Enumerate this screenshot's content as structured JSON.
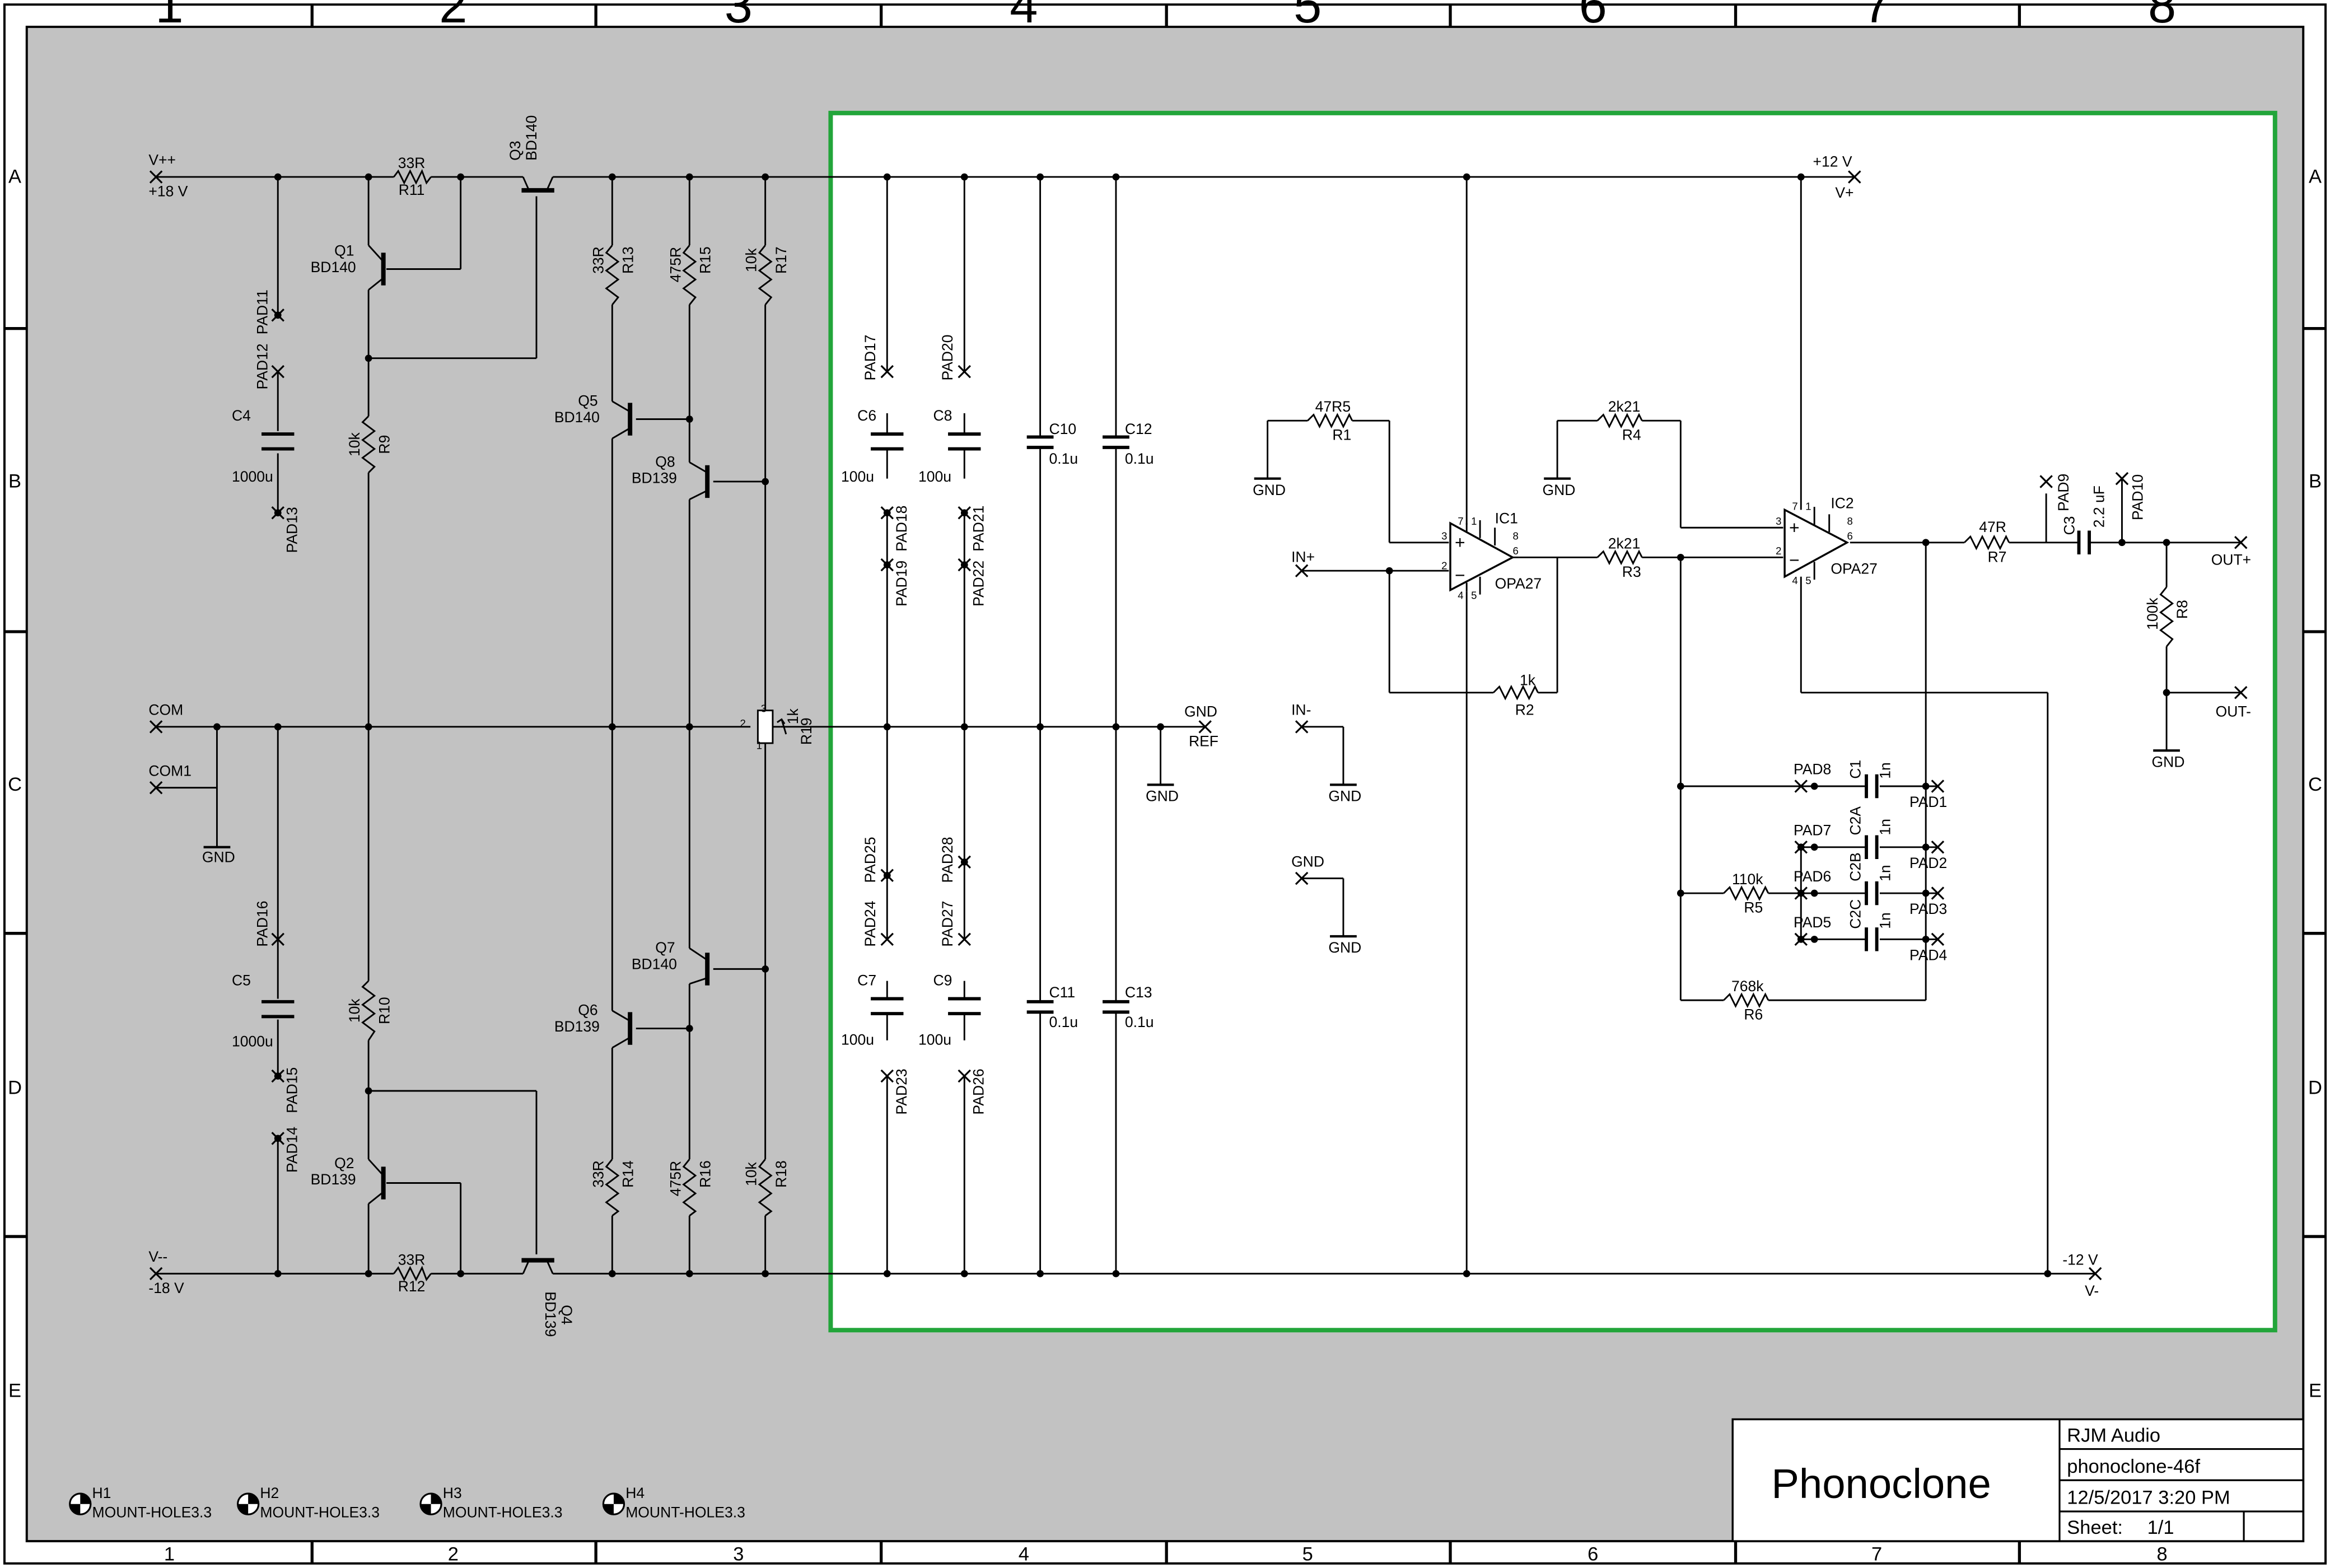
{
  "frame": {
    "columns": [
      "1",
      "2",
      "3",
      "4",
      "5",
      "6",
      "7",
      "8"
    ],
    "rows": [
      "A",
      "B",
      "C",
      "D",
      "E"
    ]
  },
  "title_block": {
    "title": "Phonoclone",
    "company": "RJM Audio",
    "drawing": "phonoclone-46f",
    "date": "12/5/2017 3:20 PM",
    "sheet_label": "Sheet:",
    "sheet_value": "1/1"
  },
  "nets": {
    "vpp": "V++",
    "vpp_val": "+18 V",
    "vmm": "V--",
    "vmm_val": "-18 V",
    "com": "COM",
    "com1": "COM1",
    "gnd": "GND",
    "ref": "REF",
    "p12": "+12 V",
    "vplus": "V+",
    "m12": "-12 V",
    "vminus": "V-",
    "in_plus": "IN+",
    "in_minus": "IN-",
    "out_plus": "OUT+",
    "out_minus": "OUT-"
  },
  "transistors": {
    "q1": "Q1",
    "q1_type": "BD140",
    "q2": "Q2",
    "q2_type": "BD139",
    "q3": "Q3",
    "q3_type": "BD140",
    "q4": "Q4",
    "q4_type": "BD139",
    "q5": "Q5",
    "q5_type": "BD140",
    "q6": "Q6",
    "q6_type": "BD139",
    "q7": "Q7",
    "q7_type": "BD140",
    "q8": "Q8",
    "q8_type": "BD139"
  },
  "resistors": {
    "r1": "R1",
    "r1_val": "47R5",
    "r2": "R2",
    "r2_val": "1k",
    "r3": "R3",
    "r3_val": "2k21",
    "r4": "R4",
    "r4_val": "2k21",
    "r5": "R5",
    "r5_val": "110k",
    "r6": "R6",
    "r6_val": "768k",
    "r7": "R7",
    "r7_val": "47R",
    "r8": "R8",
    "r8_val": "100k",
    "r9": "R9",
    "r9_val": "10k",
    "r10": "R10",
    "r10_val": "10k",
    "r11": "R11",
    "r11_val": "33R",
    "r12": "R12",
    "r12_val": "33R",
    "r13": "R13",
    "r13_val": "33R",
    "r14": "R14",
    "r14_val": "33R",
    "r15": "R15",
    "r15_val": "475R",
    "r16": "R16",
    "r16_val": "475R",
    "r17": "R17",
    "r17_val": "10k",
    "r18": "R18",
    "r18_val": "10k",
    "r19": "R19",
    "r19_val": "1k",
    "pot_pin1": "1",
    "pot_pin2": "2",
    "pot_pin3": "3"
  },
  "capacitors": {
    "c1": "C1",
    "c1_val": "1n",
    "c2a": "C2A",
    "c2a_val": "1n",
    "c2b": "C2B",
    "c2b_val": "1n",
    "c2c": "C2C",
    "c2c_val": "1n",
    "c3": "C3",
    "c3_val": "2.2 uF",
    "c4": "C4",
    "c4_val": "1000u",
    "c5": "C5",
    "c5_val": "1000u",
    "c6": "C6",
    "c6_val": "100u",
    "c7": "C7",
    "c7_val": "100u",
    "c8": "C8",
    "c8_val": "100u",
    "c9": "C9",
    "c9_val": "100u",
    "c10": "C10",
    "c10_val": "0.1u",
    "c11": "C11",
    "c11_val": "0.1u",
    "c12": "C12",
    "c12_val": "0.1u",
    "c13": "C13",
    "c13_val": "0.1u"
  },
  "ics": {
    "ic1": "IC1",
    "ic1_type": "OPA27",
    "ic2": "IC2",
    "ic2_type": "OPA27",
    "pin1": "1",
    "pin2": "2",
    "pin3": "3",
    "pin4": "4",
    "pin5": "5",
    "pin6": "6",
    "pin7": "7",
    "pin8": "8"
  },
  "pads": {
    "pad1": "PAD1",
    "pad2": "PAD2",
    "pad3": "PAD3",
    "pad4": "PAD4",
    "pad5": "PAD5",
    "pad6": "PAD6",
    "pad7": "PAD7",
    "pad8": "PAD8",
    "pad9": "PAD9",
    "pad10": "PAD10",
    "pad11": "PAD11",
    "pad12": "PAD12",
    "pad13": "PAD13",
    "pad14": "PAD14",
    "pad15": "PAD15",
    "pad16": "PAD16",
    "pad17": "PAD17",
    "pad18": "PAD18",
    "pad19": "PAD19",
    "pad20": "PAD20",
    "pad21": "PAD21",
    "pad22": "PAD22",
    "pad23": "PAD23",
    "pad24": "PAD24",
    "pad25": "PAD25",
    "pad26": "PAD26",
    "pad27": "PAD27",
    "pad28": "PAD28"
  },
  "holes": {
    "h1": "H1",
    "h2": "H2",
    "h3": "H3",
    "h4": "H4",
    "type": "MOUNT-HOLE3.3"
  },
  "colors": {
    "background": "#c2c2c2",
    "panel": "#ffffff",
    "panel_border": "#22a53a"
  }
}
